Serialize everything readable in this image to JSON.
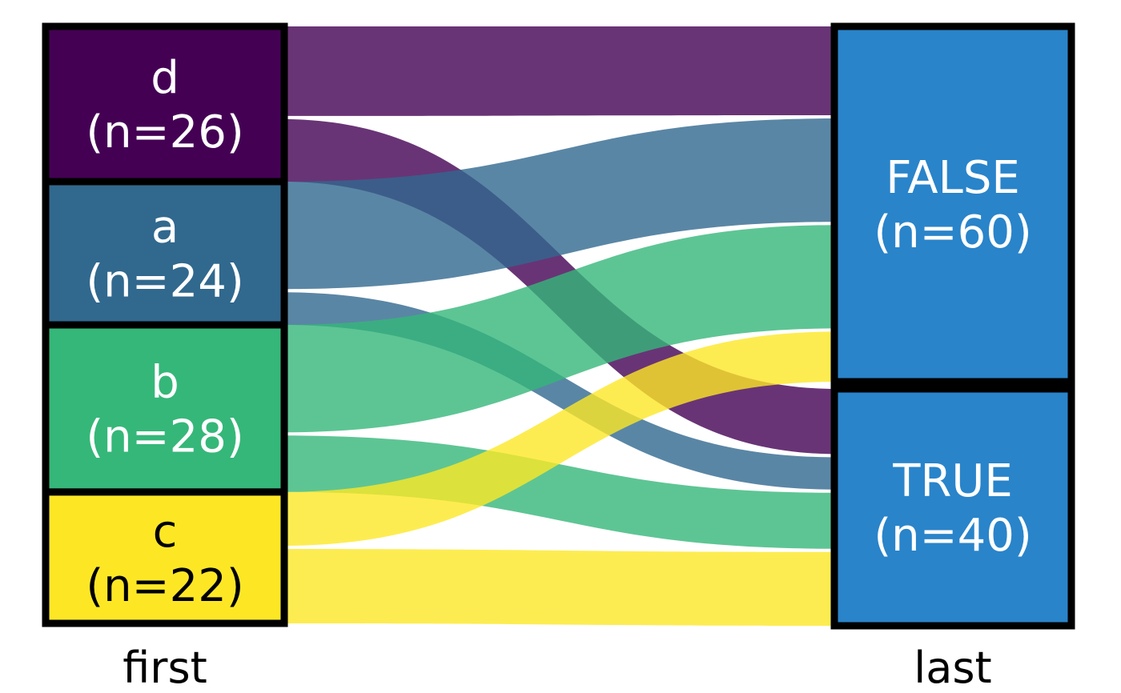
{
  "chart_data": {
    "type": "sankey",
    "subtype": "alluvial",
    "title": "",
    "background": "#FFFFFF",
    "axis_labels": [
      "first",
      "last"
    ],
    "node_border_color": "#000000",
    "link_opacity": 0.8,
    "left_axis": {
      "name": "first",
      "nodes": [
        {
          "id": "d",
          "label": "d",
          "sublabel": "(n=26)",
          "n": 26,
          "color": "#440154",
          "text_color": "#FFFFFF"
        },
        {
          "id": "a",
          "label": "a",
          "sublabel": "(n=24)",
          "n": 24,
          "color": "#31688E",
          "text_color": "#FFFFFF"
        },
        {
          "id": "b",
          "label": "b",
          "sublabel": "(n=28)",
          "n": 28,
          "color": "#35B779",
          "text_color": "#FFFFFF"
        },
        {
          "id": "c",
          "label": "c",
          "sublabel": "(n=22)",
          "n": 22,
          "color": "#FDE725",
          "text_color": "#000000"
        }
      ]
    },
    "right_axis": {
      "name": "last",
      "nodes": [
        {
          "id": "FALSE",
          "label": "FALSE",
          "sublabel": "(n=60)",
          "n": 60,
          "color": "#2984CA",
          "text_color": "#FFFFFF"
        },
        {
          "id": "TRUE",
          "label": "TRUE",
          "sublabel": "(n=40)",
          "n": 40,
          "color": "#2984CA",
          "text_color": "#FFFFFF"
        }
      ]
    },
    "links": [
      {
        "source": "d",
        "target": "FALSE",
        "value": 15,
        "color": "#440154"
      },
      {
        "source": "d",
        "target": "TRUE",
        "value": 11,
        "color": "#440154"
      },
      {
        "source": "a",
        "target": "FALSE",
        "value": 18,
        "color": "#31688E"
      },
      {
        "source": "a",
        "target": "TRUE",
        "value": 6,
        "color": "#31688E"
      },
      {
        "source": "b",
        "target": "FALSE",
        "value": 18,
        "color": "#35B779"
      },
      {
        "source": "b",
        "target": "TRUE",
        "value": 10,
        "color": "#35B779"
      },
      {
        "source": "c",
        "target": "FALSE",
        "value": 9,
        "color": "#FDE725"
      },
      {
        "source": "c",
        "target": "TRUE",
        "value": 13,
        "color": "#FDE725"
      }
    ]
  }
}
